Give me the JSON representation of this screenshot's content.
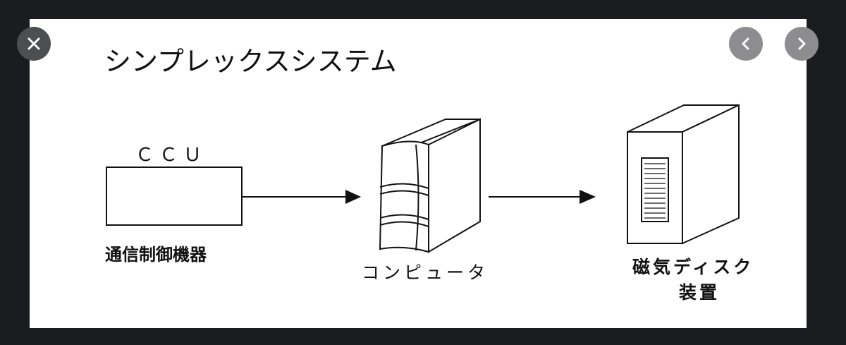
{
  "viewer": {
    "close_label": "×",
    "prev_label": "‹",
    "next_label": "›"
  },
  "diagram": {
    "title": "シンプレックスシステム",
    "ccu_label": "ＣＣＵ",
    "ccu_caption": "通信制御機器",
    "computer_caption": "コンピュータ",
    "disk_caption_line1": "磁気ディスク",
    "disk_caption_line2": "装置"
  },
  "icons": {
    "close": "close-icon",
    "prev": "chevron-left-icon",
    "next": "chevron-right-icon"
  }
}
